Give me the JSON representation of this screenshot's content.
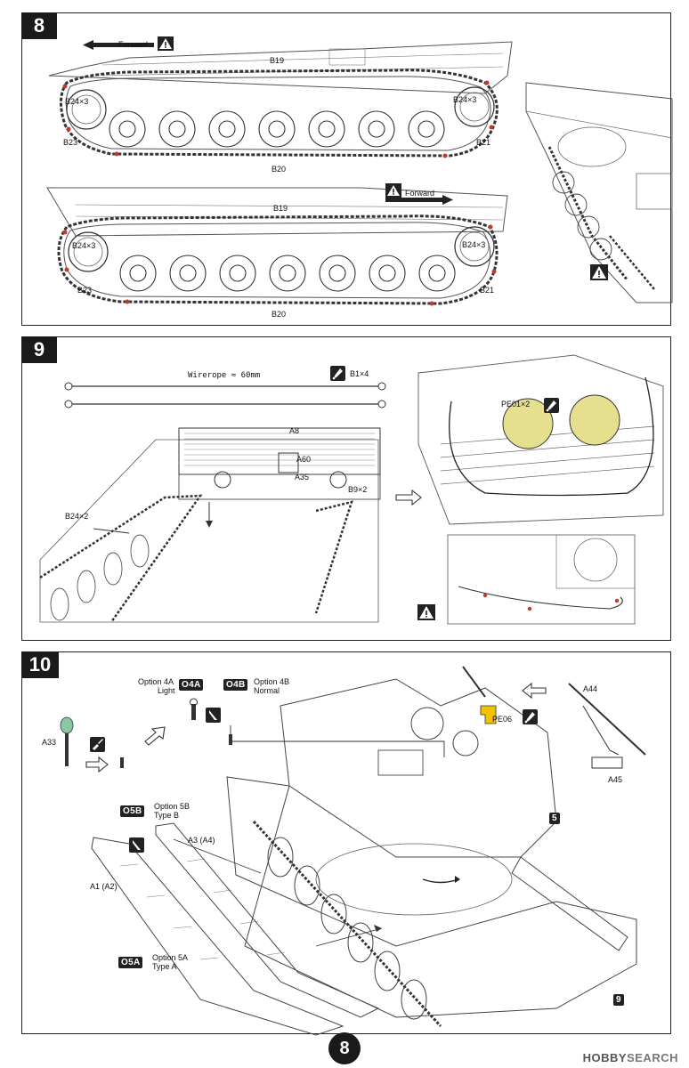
{
  "steps": {
    "s8": {
      "number": "8",
      "forward_top": "Forward",
      "forward_bottom": "Forward",
      "top": {
        "b19": "B19",
        "b24l": "B24×3",
        "b24r": "B24×3",
        "b23": "B23",
        "b21": "B21",
        "b20": "B20"
      },
      "bottom": {
        "b19": "B19",
        "b24l": "B24×3",
        "b24r": "B24×3",
        "b23": "B23",
        "b21": "B21",
        "b20": "B20"
      }
    },
    "s9": {
      "number": "9",
      "wirerope": "Wirerope ≈ 60mm",
      "b1": "B1×4",
      "a8": "A8",
      "a60": "A60",
      "a35": "A35",
      "b9": "B9×2",
      "b24": "B24×2",
      "pe01": "PE01×2"
    },
    "s10": {
      "number": "10",
      "opt4a": "Option 4A",
      "opt4a_sub": "Light",
      "opt4a_code": "O4A",
      "opt4b": "Option 4B",
      "opt4b_sub": "Normal",
      "opt4b_code": "O4B",
      "a33": "A33",
      "pe06": "PE06",
      "a44": "A44",
      "a45": "A45",
      "opt5b_code": "O5B",
      "opt5b": "Option 5B",
      "opt5b_sub": "Type B",
      "a3": "A3 (A4)",
      "a1": "A1 (A2)",
      "opt5a_code": "O5A",
      "opt5a": "Option 5A",
      "opt5a_sub": "Type A",
      "ref5": "5",
      "ref9": "9"
    }
  },
  "page_number": "8",
  "watermark": {
    "brand": "HOBBY",
    "suffix": "SEARCH"
  },
  "colors": {
    "frame": "#222222",
    "accent_mesh": "#e6df8e",
    "pe_yellow": "#f2c300",
    "a33_green": "#8cc7a4",
    "warn_red": "#c0392b"
  },
  "icons": [
    "warning-icon",
    "glue-icon",
    "paint-icon",
    "cut-icon",
    "arrow-icon"
  ]
}
